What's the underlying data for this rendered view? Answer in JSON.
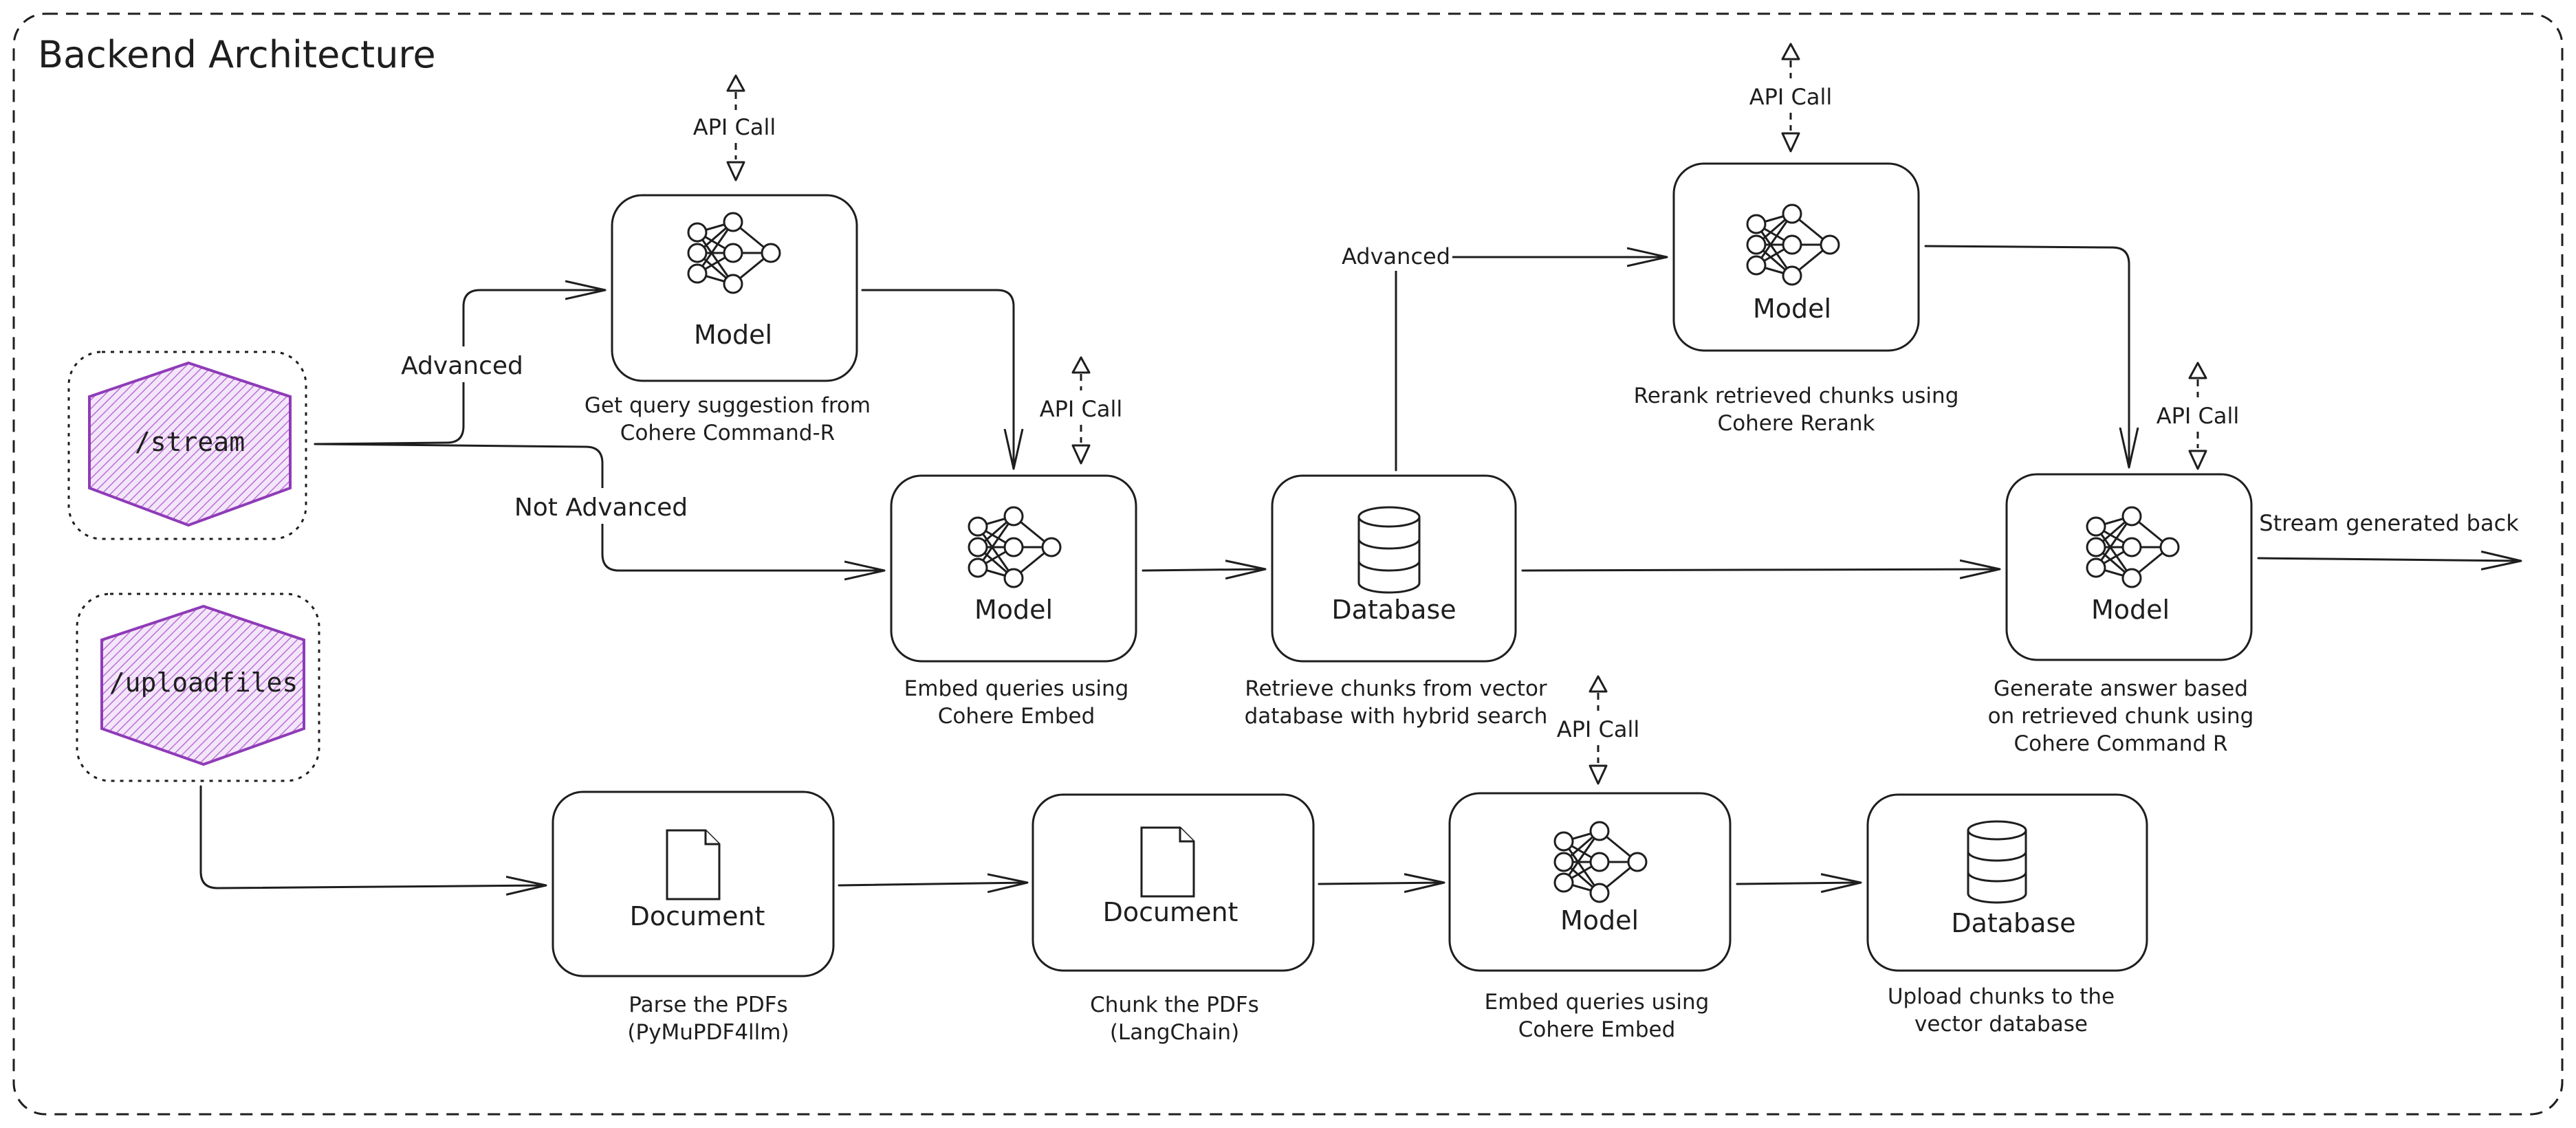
{
  "title": "Backend Architecture",
  "endpoints": {
    "stream": "/stream",
    "uploadfiles": "/uploadfiles"
  },
  "nodes": {
    "query_model": {
      "label": "Model",
      "caption": [
        "Get query suggestion from",
        "Cohere Command-R"
      ]
    },
    "embed_model": {
      "label": "Model",
      "caption": [
        "Embed queries using",
        "Cohere Embed"
      ]
    },
    "retrieve_db": {
      "label": "Database",
      "caption": [
        "Retrieve chunks from vector",
        "database with hybrid search"
      ]
    },
    "rerank_model": {
      "label": "Model",
      "caption": [
        "Rerank retrieved chunks using",
        "Cohere Rerank"
      ]
    },
    "answer_model": {
      "label": "Model",
      "caption": [
        "Generate answer based",
        "on retrieved chunk using",
        "Cohere Command R"
      ]
    },
    "parse_doc": {
      "label": "Document",
      "caption": [
        "Parse the PDFs",
        "(PyMuPDF4llm)"
      ]
    },
    "chunk_doc": {
      "label": "Document",
      "caption": [
        "Chunk the PDFs",
        "(LangChain)"
      ]
    },
    "upload_embed_model": {
      "label": "Model",
      "caption": [
        "Embed queries using",
        "Cohere Embed"
      ]
    },
    "upload_db": {
      "label": "Database",
      "caption": [
        "Upload chunks to the",
        "vector database"
      ]
    }
  },
  "edge_labels": {
    "advanced": "Advanced",
    "not_advanced": "Not Advanced",
    "advanced_rerank": "Advanced",
    "stream_back": "Stream generated back"
  },
  "api_call_label": "API Call",
  "colors": {
    "endpoint_stroke": "#8f3bb8",
    "endpoint_fill": "#b96fd6",
    "ink": "#1e1e1e"
  }
}
